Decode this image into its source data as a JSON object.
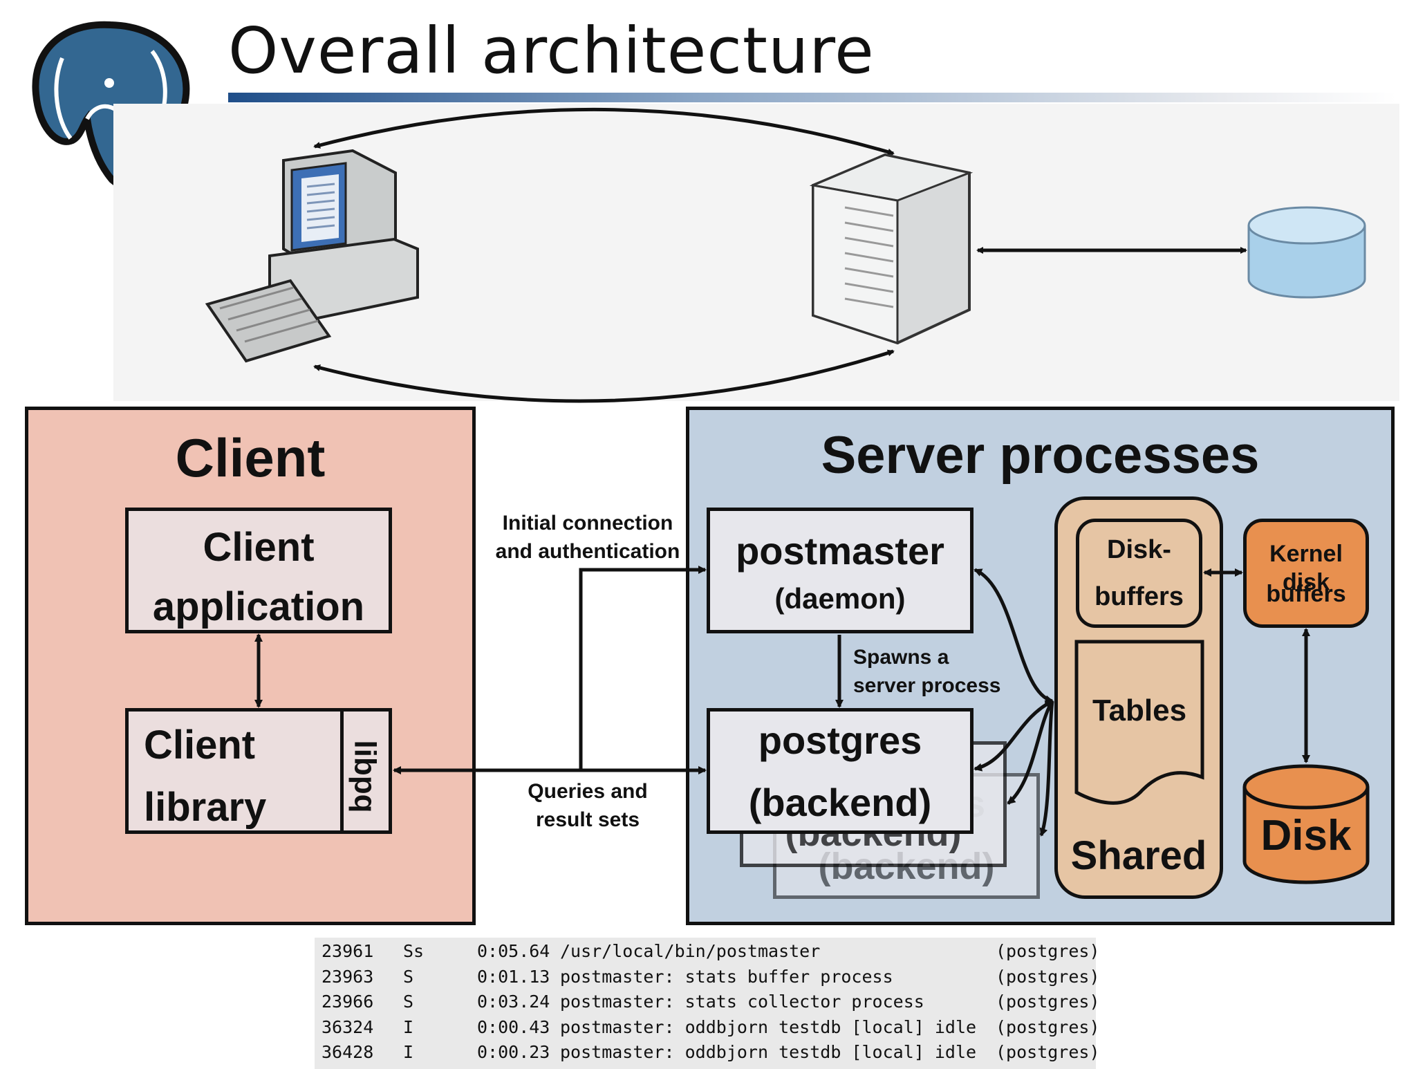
{
  "slide": {
    "title": "Overall architecture"
  },
  "client": {
    "title": "Client",
    "app_line1": "Client",
    "app_line2": "application",
    "lib_line1": "Client",
    "lib_line2": "library",
    "libpq": "libpq"
  },
  "server": {
    "title": "Server processes",
    "postmaster": "postmaster",
    "daemon": "(daemon)",
    "postgres": "postgres",
    "backend": "(backend)",
    "disk_buffers_line1": "Disk-",
    "disk_buffers_line2": "buffers",
    "tables": "Tables",
    "shared": "Shared",
    "kernel_line1": "Kernel disk",
    "kernel_line2": "buffers",
    "disk": "Disk"
  },
  "connections": {
    "initial_line1": "Initial connection",
    "initial_line2": "and authentication",
    "spawns_line1": "Spawns a",
    "spawns_line2": "server process",
    "queries_line1": "Queries and",
    "queries_line2": "result sets"
  },
  "colors": {
    "client_panel": "#f0c2b4",
    "server_panel": "#c1d0e0",
    "shared_memory": "#e6c5a4",
    "kernel_disk": "#e8904f",
    "logo_blue": "#336791"
  },
  "process_list": [
    {
      "pid": "23961",
      "stat": "Ss",
      "time": "0:05.64",
      "command": "/usr/local/bin/postmaster",
      "user": "(postgres)"
    },
    {
      "pid": "23963",
      "stat": "S",
      "time": "0:01.13",
      "command": "postmaster: stats buffer process",
      "user": "(postgres)"
    },
    {
      "pid": "23966",
      "stat": "S",
      "time": "0:03.24",
      "command": "postmaster: stats collector process",
      "user": "(postgres)"
    },
    {
      "pid": "36324",
      "stat": "I",
      "time": "0:00.43",
      "command": "postmaster: oddbjorn testdb [local] idle",
      "user": "(postgres)"
    },
    {
      "pid": "36428",
      "stat": "I",
      "time": "0:00.23",
      "command": "postmaster: oddbjorn testdb [local] idle",
      "user": "(postgres)"
    }
  ]
}
